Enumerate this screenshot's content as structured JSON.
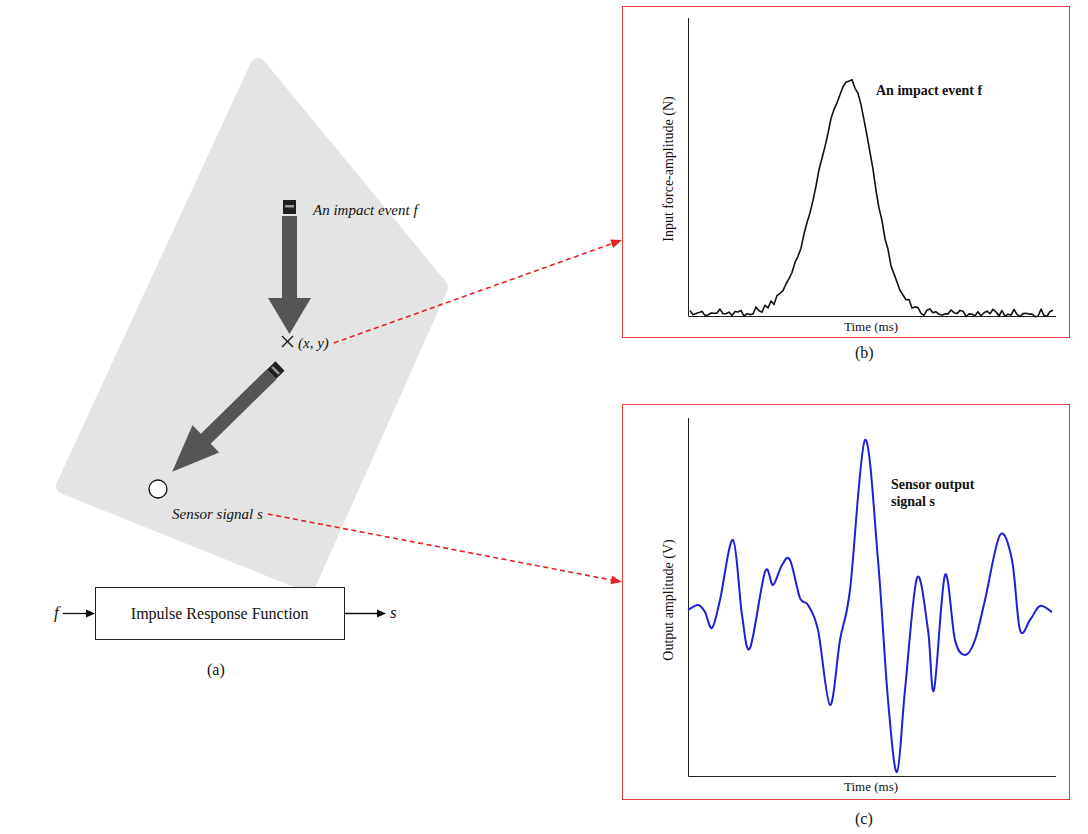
{
  "diagram": {
    "nodes": [
      {
        "text": [
          "An impact event f",
          "(x, y)",
          "Sensor signal s"
        ]
      },
      {
        "text": [
          "Input force-amplitude (N)",
          "Time (ms)",
          "An impact event f"
        ]
      },
      {
        "text": [
          "Output amplitude (V)",
          "Time (ms)",
          "Sensor output signal s"
        ]
      },
      {
        "text": [
          "Impulse Response Function"
        ]
      }
    ],
    "edges": [
      {
        "from": 0,
        "to": 1,
        "arrow": "to"
      },
      {
        "from": 0,
        "to": 2,
        "arrow": "to"
      }
    ],
    "labels": [
      "f",
      "s",
      "(a)",
      "(b)",
      "(c)"
    ]
  }
}
